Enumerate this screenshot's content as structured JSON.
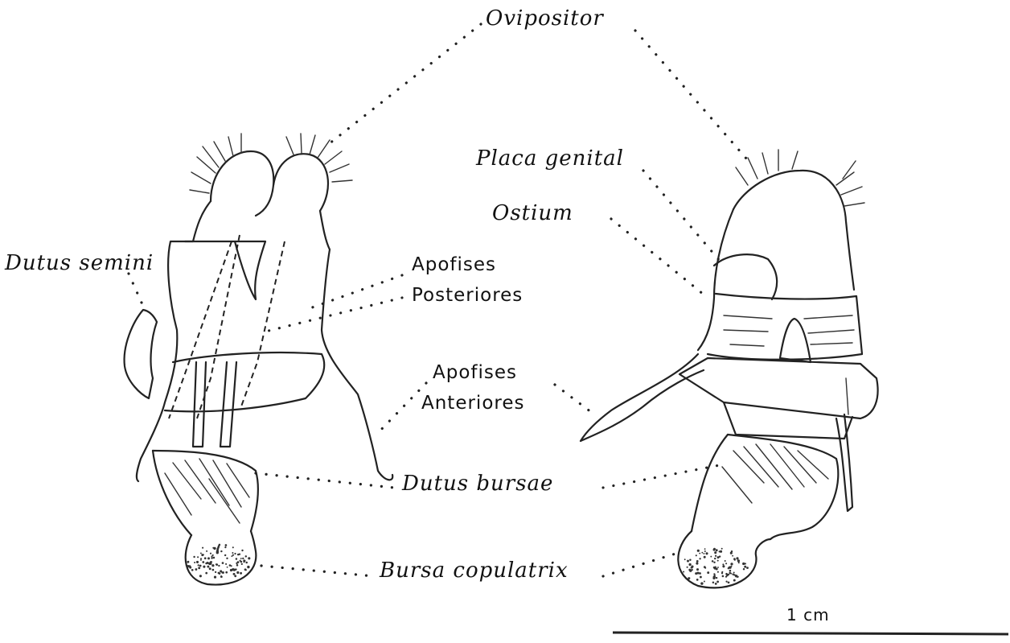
{
  "labels": {
    "ovipositor": "Ovipositor",
    "placa_genital": "Placa genital",
    "ostium": "Ostium",
    "dutus_semini": "Dutus semini",
    "apofises_posteriores_1": "Apofises",
    "apofises_posteriores_2": "Posteriores",
    "apofises_anteriores_1": "Apofises",
    "apofises_anteriores_2": "Anteriores",
    "dutus_bursae": "Dutus bursae",
    "bursa_copulatrix": "Bursa copulatrix"
  },
  "scale_bar": {
    "label": "1 cm"
  },
  "colors": {
    "ink": "#222222",
    "background": "#ffffff"
  }
}
